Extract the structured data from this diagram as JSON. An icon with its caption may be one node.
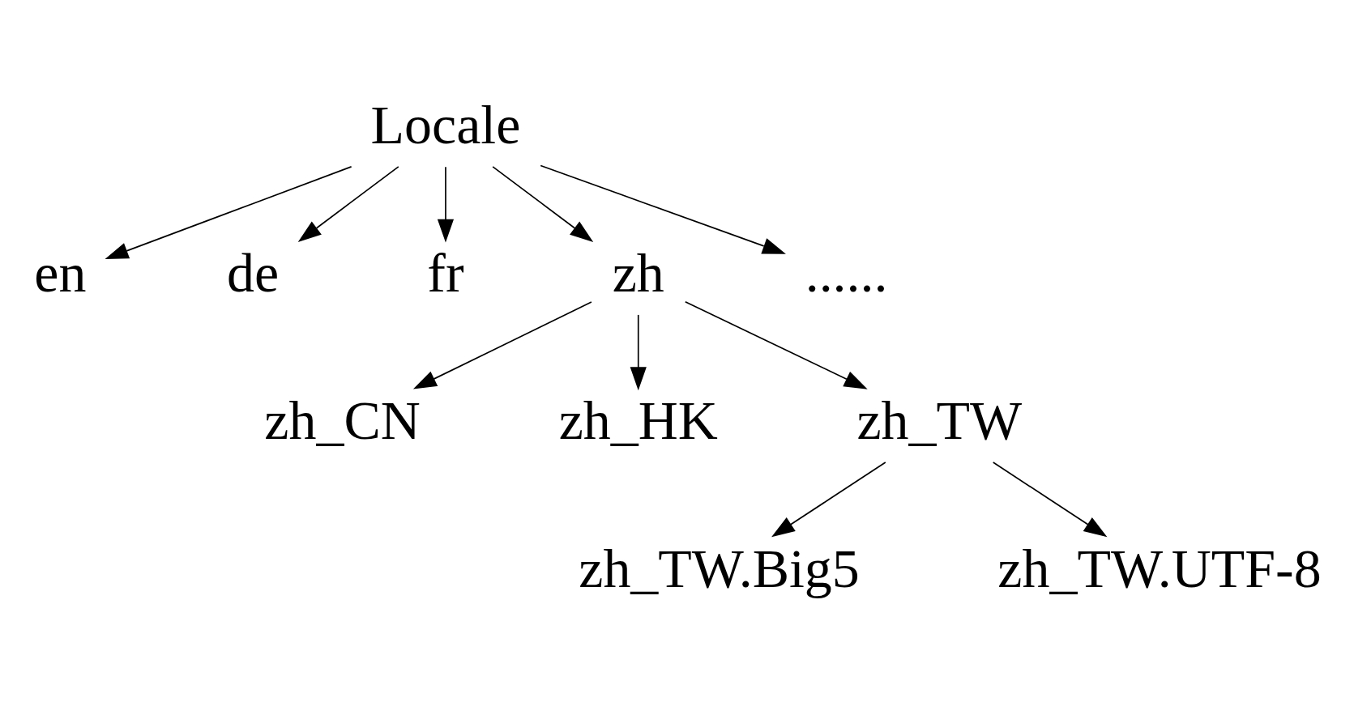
{
  "diagram": {
    "nodes": [
      {
        "text": [
          "Locale"
        ]
      },
      {
        "text": [
          "en"
        ]
      },
      {
        "text": [
          "de"
        ]
      },
      {
        "text": [
          "fr"
        ]
      },
      {
        "text": [
          "zh"
        ]
      },
      {
        "text": [
          "......"
        ]
      },
      {
        "text": [
          "zh_CN"
        ]
      },
      {
        "text": [
          "zh_HK"
        ]
      },
      {
        "text": [
          "zh_TW"
        ]
      },
      {
        "text": [
          "zh_TW.Big5"
        ]
      },
      {
        "text": [
          "zh_TW.UTF-8"
        ]
      }
    ],
    "edges": [
      {
        "from": 0,
        "to": 1,
        "arrow": "to"
      },
      {
        "from": 0,
        "to": 2,
        "arrow": "to"
      },
      {
        "from": 0,
        "to": 3,
        "arrow": "to"
      },
      {
        "from": 0,
        "to": 4,
        "arrow": "to"
      },
      {
        "from": 0,
        "to": 5,
        "arrow": "to"
      },
      {
        "from": 4,
        "to": 6,
        "arrow": "to"
      },
      {
        "from": 4,
        "to": 7,
        "arrow": "to"
      },
      {
        "from": 4,
        "to": 8,
        "arrow": "to"
      },
      {
        "from": 8,
        "to": 9,
        "arrow": "to"
      },
      {
        "from": 8,
        "to": 10,
        "arrow": "to"
      }
    ]
  }
}
